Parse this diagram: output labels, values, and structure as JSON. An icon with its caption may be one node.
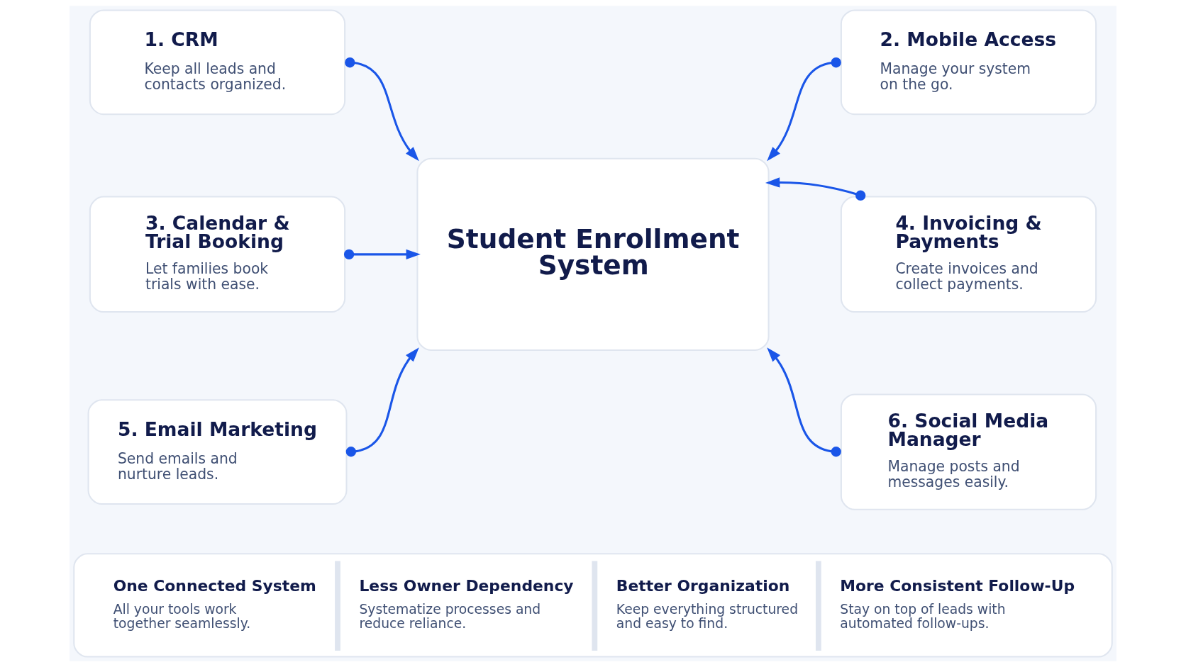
{
  "diagram": {
    "nodes": [
      {
        "text": [
          "1. CRM",
          "Keep all leads and contacts organized."
        ]
      },
      {
        "text": [
          "2. Mobile Access",
          "Manage your system on the go."
        ]
      },
      {
        "text": [
          "3. Calendar & Trial Booking",
          "Let families book trials with ease."
        ]
      },
      {
        "text": [
          "Student Enrollment System"
        ]
      },
      {
        "text": [
          "4. Invoicing & Payments",
          "Create invoices and collect payments."
        ]
      },
      {
        "text": [
          "5. Email Marketing",
          "Send emails and nurture leads."
        ]
      },
      {
        "text": [
          "6. Social Media Manager",
          "Manage posts and messages easily."
        ]
      },
      {
        "text": [
          "One Connected System",
          "All your tools work together seamlessly.",
          "Less Owner Dependency",
          "Systematize processes and reduce reliance.",
          "Better Organization",
          "Keep everything structured and easy to find.",
          "More Consistent Follow-Up",
          "Stay on top of leads with automated follow-ups."
        ]
      }
    ],
    "edges": [
      {
        "from": 0,
        "to": 3,
        "arrow": "to"
      },
      {
        "from": 1,
        "to": 3,
        "arrow": "to"
      },
      {
        "from": 2,
        "to": 3,
        "arrow": "to"
      },
      {
        "from": 4,
        "to": 3,
        "arrow": "to"
      },
      {
        "from": 5,
        "to": 3,
        "arrow": "to"
      },
      {
        "from": 6,
        "to": 3,
        "arrow": "to"
      }
    ]
  }
}
